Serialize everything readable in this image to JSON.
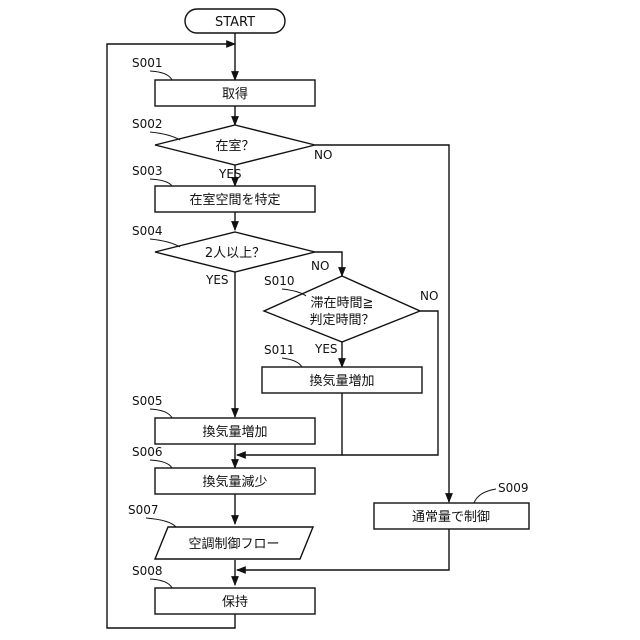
{
  "terminal": {
    "start": "START"
  },
  "steps": {
    "s001": {
      "id": "S001",
      "label": "取得"
    },
    "s002": {
      "id": "S002",
      "label": "在室？"
    },
    "s003": {
      "id": "S003",
      "label": "在室空間を特定"
    },
    "s004": {
      "id": "S004",
      "label": "2人以上？"
    },
    "s005": {
      "id": "S005",
      "label": "換気量増加"
    },
    "s006": {
      "id": "S006",
      "label": "換気量減少"
    },
    "s007": {
      "id": "S007",
      "label": "空調制御フロー"
    },
    "s008": {
      "id": "S008",
      "label": "保持"
    },
    "s009": {
      "id": "S009",
      "label": "通常量で制御"
    },
    "s010": {
      "id": "S010",
      "label_line1": "滞在時間≧",
      "label_line2": "判定時間？"
    },
    "s011": {
      "id": "S011",
      "label": "換気量増加"
    }
  },
  "branches": {
    "yes": "YES",
    "no": "NO"
  }
}
